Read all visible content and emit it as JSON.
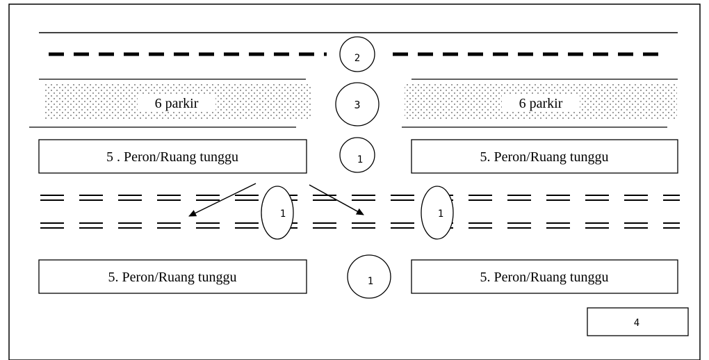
{
  "diagram": {
    "parking_label": "6 parkir",
    "platform_label_top_left": "5 . Peron/Ruang tunggu",
    "platform_label": "5. Peron/Ruang tunggu",
    "number_track": "1",
    "number_road": "2",
    "number_parking": "3",
    "number_box": "4"
  }
}
